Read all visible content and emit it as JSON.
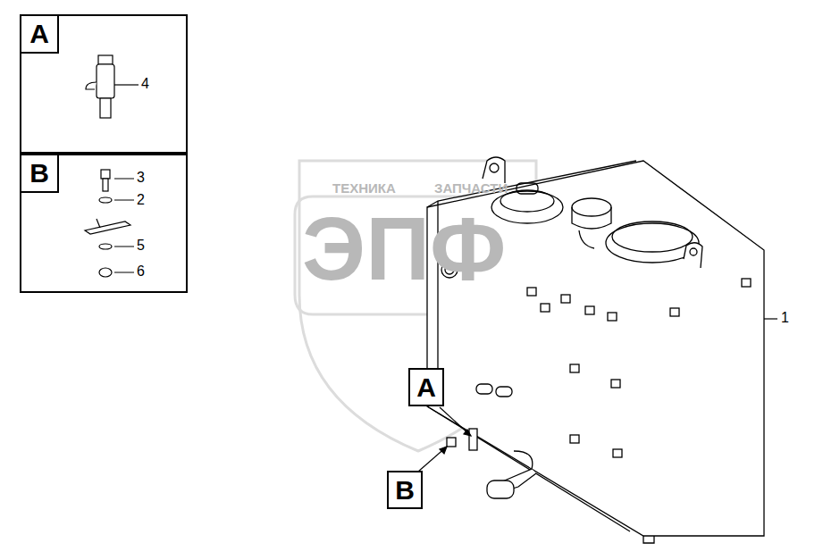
{
  "diagram": {
    "nodes": [
      {
        "text": [
          "A"
        ]
      },
      {
        "text": [
          "B"
        ]
      },
      {
        "text": [
          "A"
        ]
      },
      {
        "text": [
          "B"
        ]
      }
    ],
    "labels": [
      "4",
      "3",
      "2",
      "5",
      "6",
      "1",
      "ТЕХНИКА",
      "ЗАПЧАСТИ",
      "ЭПФ"
    ]
  }
}
